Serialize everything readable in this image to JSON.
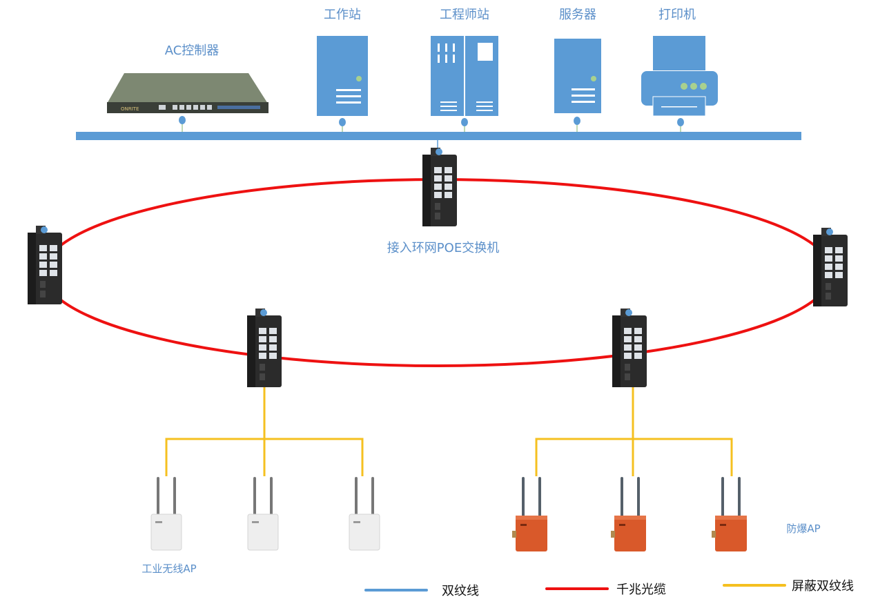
{
  "labels": {
    "ac_controller": "AC控制器",
    "workstation": "工作站",
    "engineer_station": "工程师站",
    "server": "服务器",
    "printer": "打印机",
    "ring_switch": "接入环网POE交换机",
    "industrial_ap": "工业无线AP",
    "explosion_proof_ap": "防爆AP",
    "ac_brand": "ONRITE"
  },
  "legend": [
    {
      "label": "双纹线",
      "color": "#5b9bd5"
    },
    {
      "label": "千兆光缆",
      "color": "#ee1111"
    },
    {
      "label": "屏蔽双纹线",
      "color": "#f5c020"
    }
  ],
  "colors": {
    "device_blue": "#5b9bd5",
    "label_blue": "#5b8fc9",
    "ring_red": "#ee1111",
    "shielded_yellow": "#f5c020",
    "indicator_green": "#a9d18e",
    "ap_orange": "#d9592a"
  }
}
